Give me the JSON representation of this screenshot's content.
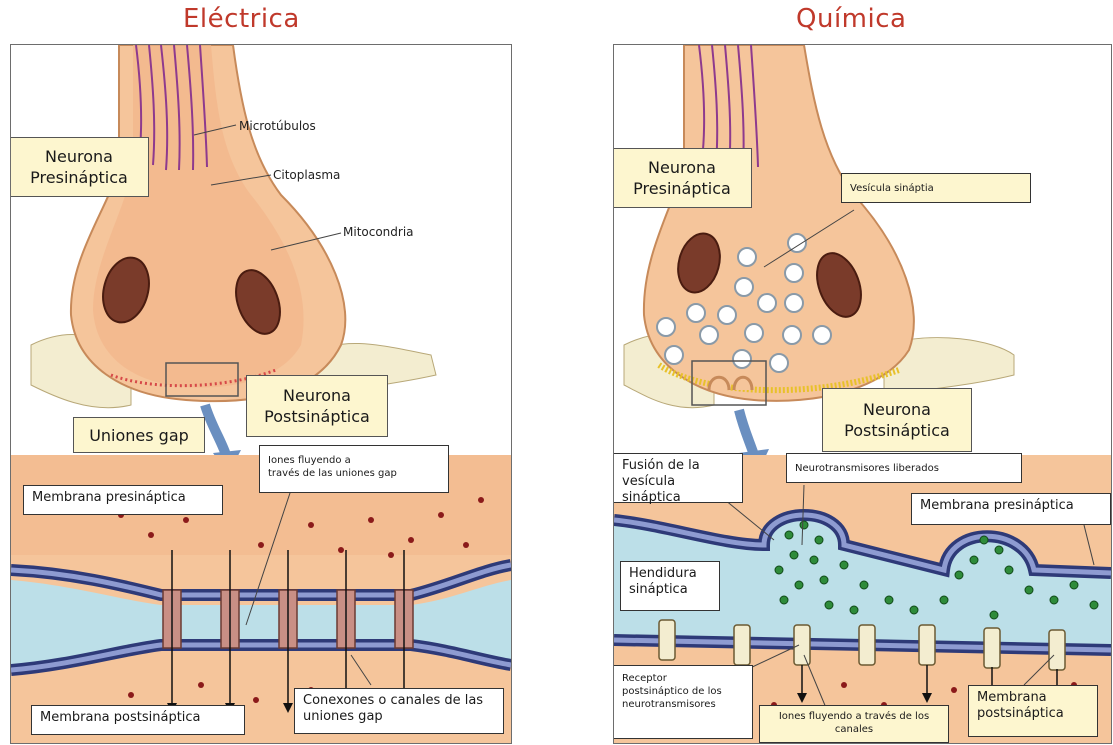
{
  "titles": {
    "left": "Eléctrica",
    "right": "Química"
  },
  "electrica": {
    "microtubulos": "Microtúbulos",
    "citoplasma": "Citoplasma",
    "mitocondria": "Mitocondria",
    "presinaptica_l1": "Neurona",
    "presinaptica_l2": "Presináptica",
    "postsinaptica_l1": "Neurona",
    "postsinaptica_l2": "Postsináptica",
    "uniones_gap": "Uniones gap",
    "iones_l1": "Iones fluyendo a",
    "iones_l2": "través de las uniones gap",
    "membrana_pre": "Membrana presináptica",
    "membrana_post": "Membrana postsináptica",
    "conexones_l1": "Conexones o canales de las",
    "conexones_l2": "uniones gap"
  },
  "quimica": {
    "presinaptica_l1": "Neurona",
    "presinaptica_l2": "Presináptica",
    "vesicula": "Vesícula sináptia",
    "postsinaptica_l1": "Neurona",
    "postsinaptica_l2": "Postsináptica",
    "fusion_l1": "Fusión de la",
    "fusion_l2": "vesícula sináptica",
    "neurotransmisores": "Neurotransmisores liberados",
    "membrana_pre": "Membrana presináptica",
    "hendidura_l1": "Hendidura",
    "hendidura_l2": "sináptica",
    "receptor_l1": "Receptor",
    "receptor_l2": "postsináptico de los",
    "receptor_l3": "neurotransmisores",
    "iones_l1": "Iones fluyendo a través de los",
    "iones_l2": "canales",
    "membrana_post_l1": "Membrana",
    "membrana_post_l2": "postsináptica"
  }
}
